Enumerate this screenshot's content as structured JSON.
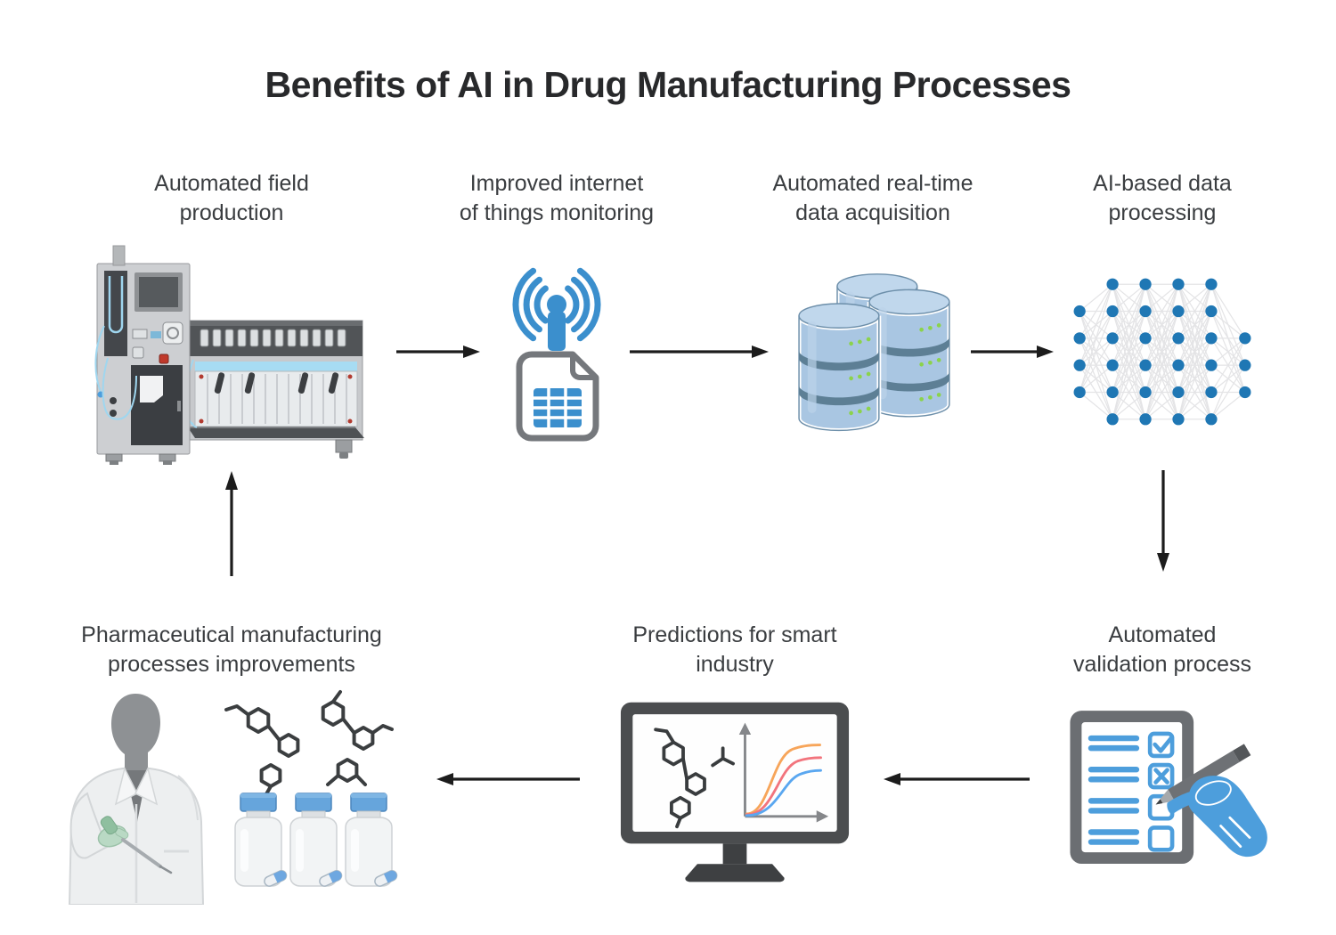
{
  "title": "Benefits of AI in Drug Manufacturing Processes",
  "diagram": {
    "nodes": [
      {
        "id": "field-production",
        "label": "Automated field\nproduction",
        "icon": "bioreactor-machine-icon"
      },
      {
        "id": "iot-monitoring",
        "label": "Improved internet\nof things monitoring",
        "icon": "wifi-antenna-document-icon"
      },
      {
        "id": "data-acquisition",
        "label": "Automated real-time\ndata acquisition",
        "icon": "database-stack-icon"
      },
      {
        "id": "ai-processing",
        "label": "AI-based data\nprocessing",
        "icon": "neural-network-icon"
      },
      {
        "id": "validation",
        "label": "Automated\nvalidation process",
        "icon": "checklist-hand-pencil-icon"
      },
      {
        "id": "predictions",
        "label": "Predictions for smart\nindustry",
        "icon": "monitor-sigmoid-chart-icon"
      },
      {
        "id": "improvements",
        "label": "Pharmaceutical manufacturing\nprocesses improvements",
        "icon": "scientist-pill-bottles-icon"
      }
    ],
    "arrows": [
      {
        "from": "field-production",
        "to": "iot-monitoring",
        "direction": "right"
      },
      {
        "from": "iot-monitoring",
        "to": "data-acquisition",
        "direction": "right"
      },
      {
        "from": "data-acquisition",
        "to": "ai-processing",
        "direction": "right"
      },
      {
        "from": "ai-processing",
        "to": "validation",
        "direction": "down"
      },
      {
        "from": "validation",
        "to": "predictions",
        "direction": "left"
      },
      {
        "from": "predictions",
        "to": "improvements",
        "direction": "left"
      },
      {
        "from": "improvements",
        "to": "field-production",
        "direction": "up"
      }
    ]
  },
  "colors": {
    "background": "#ffffff",
    "title_text": "#28292b",
    "label_text": "#3a3d40",
    "arrow": "#1c1c1c",
    "accent_blue": "#3b8fcd",
    "checklist_blue": "#4d9edc",
    "neural_node": "#1f77b4",
    "neural_edge": "#e4e4e6",
    "database_body": "#a9c6e2",
    "led_green": "#8bd34b",
    "machine_gray": "#c9cbce",
    "dark_gray": "#4b4d4f",
    "tube_blue": "#9fd6ef",
    "curve_orange": "#f7a55a",
    "curve_red": "#f2747d",
    "curve_blue": "#5aa7f0",
    "bottle_cap_blue": "#66a5dc",
    "glove_green": "#b9d9c4",
    "red_button": "#c0392b"
  }
}
